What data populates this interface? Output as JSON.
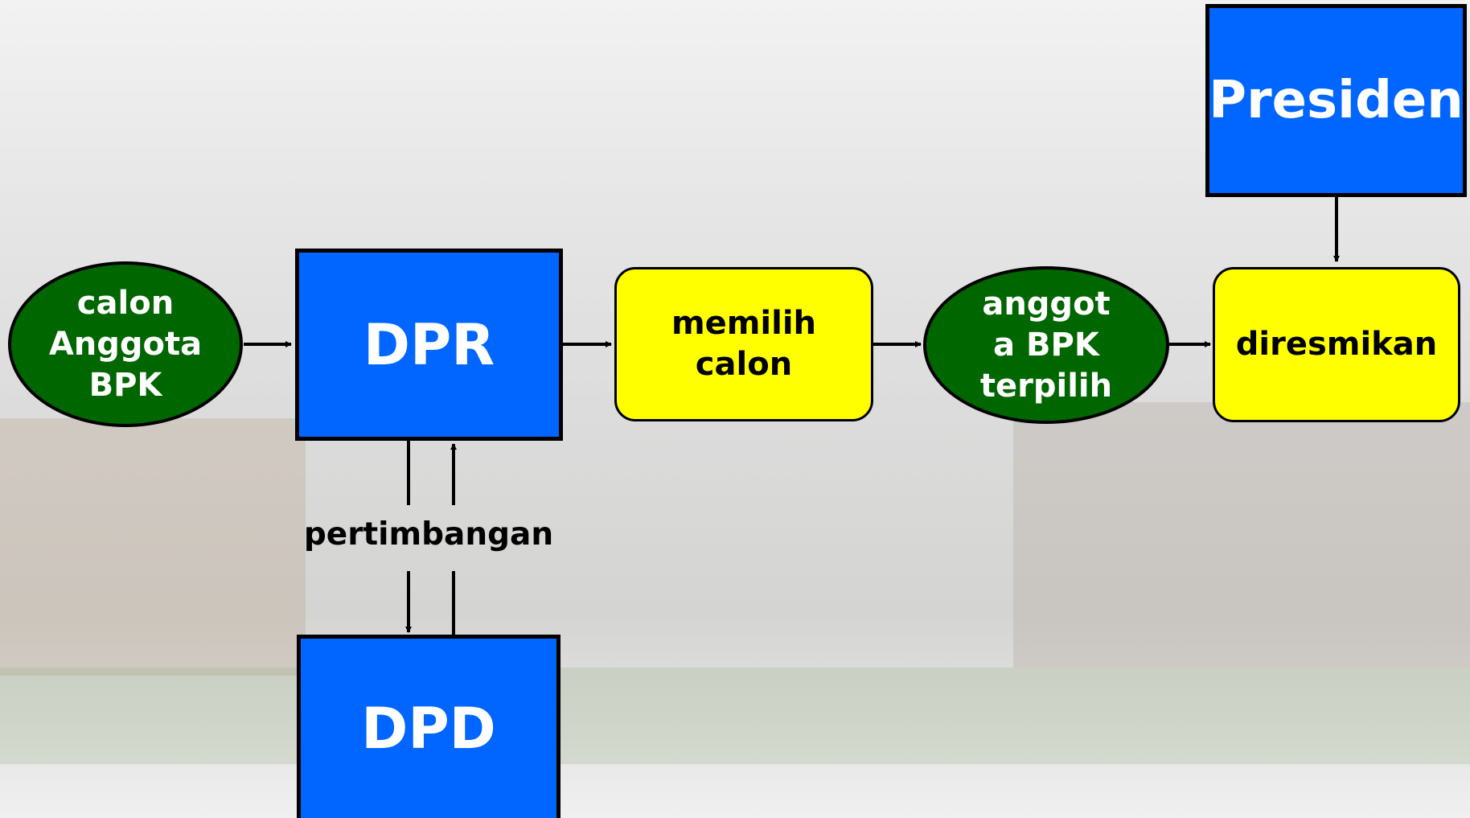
{
  "nodes": {
    "calon": "calon\nAnggota\nBPK",
    "dpr": "DPR",
    "dpd": "DPD",
    "memilih": "memilih\ncalon",
    "anggota": "anggot\na BPK\nterpilih",
    "presiden": "Presiden",
    "diresmikan": "diresmikan"
  },
  "labels": {
    "pertimbangan": "pertimbangan"
  },
  "colors": {
    "blue_box": "#0066ff",
    "green_ellipse": "#006600",
    "yellow_box": "#ffff00",
    "arrow": "#000000"
  }
}
